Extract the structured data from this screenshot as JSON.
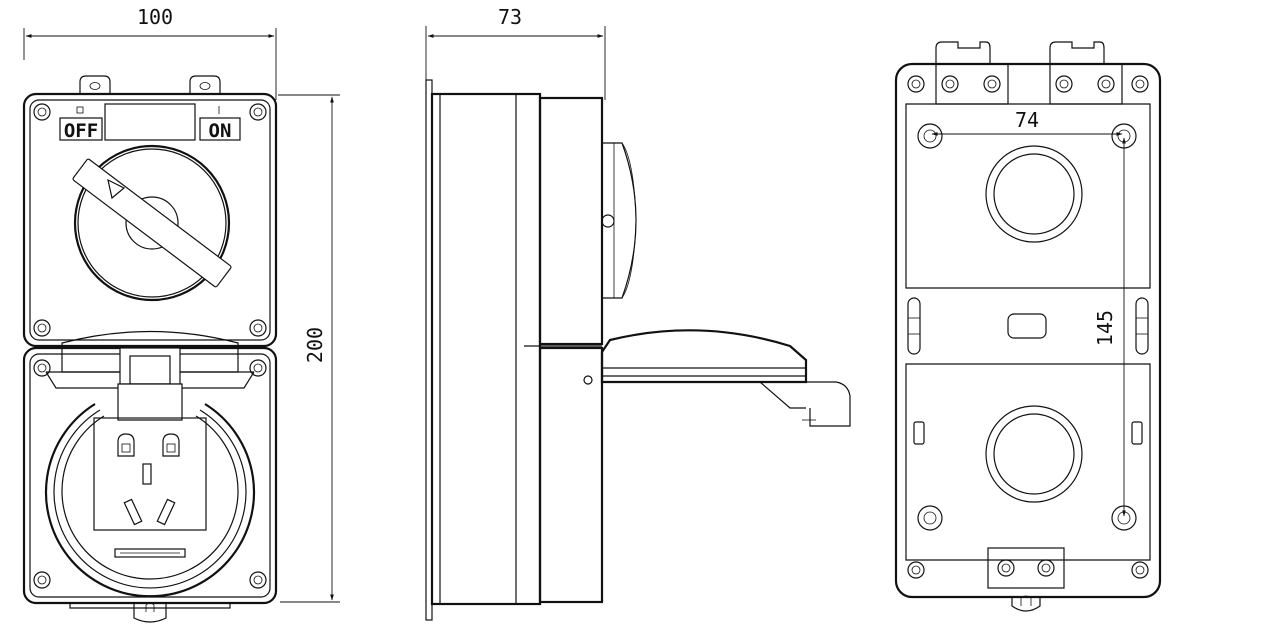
{
  "dimensions": {
    "front_width": "100",
    "height": "200",
    "side_depth": "73",
    "mount_spacing_h": "74",
    "mount_spacing_v": "145"
  },
  "switch_labels": {
    "off_symbol": "O",
    "off": "OFF",
    "on_symbol": "I",
    "on": "ON"
  }
}
